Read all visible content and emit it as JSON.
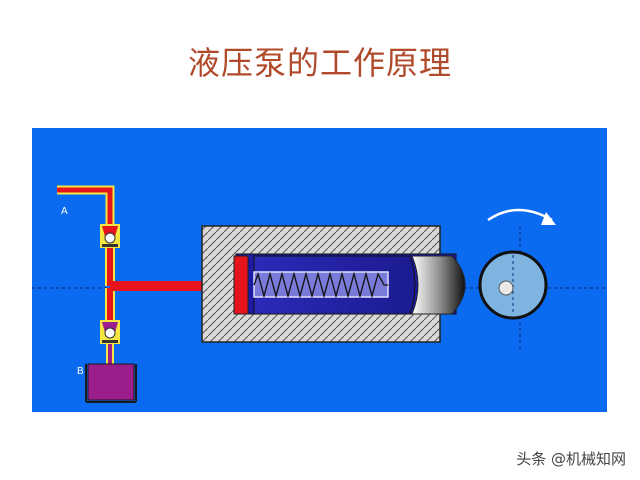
{
  "title": "液压泵的工作原理",
  "labels": {
    "a": "A",
    "b": "B"
  },
  "watermark": "头条 @机械知网",
  "colors": {
    "background_panel": "#0a6af0",
    "oil_pressure": "#e8141b",
    "oil_line_highlight": "#f5e640",
    "tank_oil": "#9c1e8c",
    "cylinder_body": "#d9d9d9",
    "plunger": "#1b1ba8",
    "eccentric_cam": "#7fb4e0",
    "title": "#b04a2a"
  },
  "icons": {
    "rotation": "curved-arrow-clockwise-icon",
    "valves": "check-valve-icon",
    "spring": "spring-zigzag"
  }
}
